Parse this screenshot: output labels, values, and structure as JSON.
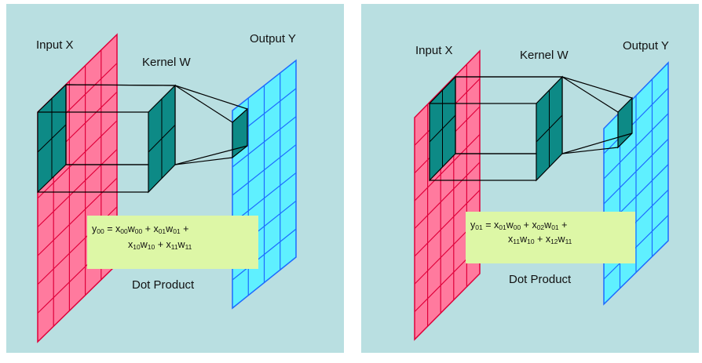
{
  "colors": {
    "background": "#b9dfe1",
    "input_fill": "#ff7a9e",
    "input_grid": "#e0003a",
    "output_fill": "#5ff0ff",
    "output_grid": "#1d6bff",
    "kernel_fill": "#0d8a86",
    "equation_fill": "#ddf7a6",
    "line": "#000000"
  },
  "panels": [
    {
      "input_label": "Input X",
      "kernel_label": "Kernel W",
      "output_label": "Output Y",
      "product_label": "Dot Product",
      "equation": {
        "line1": [
          [
            "y",
            "00"
          ],
          [
            " = ",
            ""
          ],
          [
            "x",
            "00"
          ],
          [
            "w",
            "00"
          ],
          [
            " + ",
            ""
          ],
          [
            "x",
            "01"
          ],
          [
            "w",
            "01"
          ],
          [
            " +",
            ""
          ]
        ],
        "line2": [
          [
            "x",
            "10"
          ],
          [
            "w",
            "10"
          ],
          [
            " + ",
            ""
          ],
          [
            "x",
            "11"
          ],
          [
            "w",
            "11"
          ]
        ]
      }
    },
    {
      "input_label": "Input X",
      "kernel_label": "Kernel W",
      "output_label": "Output Y",
      "product_label": "Dot Product",
      "equation": {
        "line1": [
          [
            "y",
            "01"
          ],
          [
            " = ",
            ""
          ],
          [
            "x",
            "01"
          ],
          [
            "w",
            "00"
          ],
          [
            " + ",
            ""
          ],
          [
            "x",
            "02"
          ],
          [
            "w",
            "01"
          ],
          [
            " +",
            ""
          ]
        ],
        "line2": [
          [
            "x",
            "11"
          ],
          [
            "w",
            "10"
          ],
          [
            " + ",
            ""
          ],
          [
            "x",
            "12"
          ],
          [
            "w",
            "11"
          ]
        ]
      }
    }
  ]
}
